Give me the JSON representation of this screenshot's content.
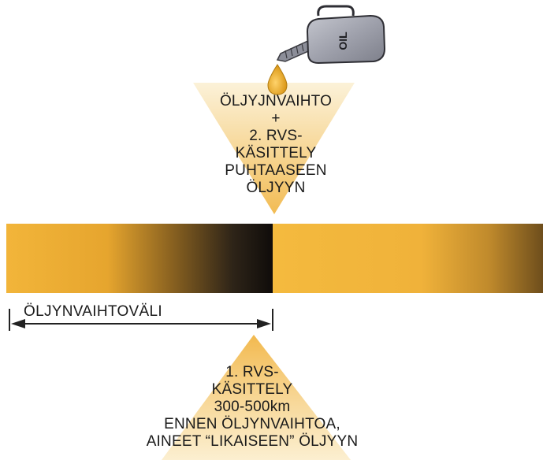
{
  "can": {
    "label": "OIL",
    "body_color": "#9a9ca8",
    "cap_color": "#cfd0d6"
  },
  "colors": {
    "oil": "#f2b53a",
    "oil_dark": "#1a1410",
    "triangle": "#f6c96a",
    "drop": "#e9a820",
    "text": "#1a1a1a",
    "arrow": "#222222"
  },
  "top_label": {
    "lines": [
      "ÖLJYJNVAIHTO",
      "+",
      "2. RVS-",
      "KÄSITTELY",
      "PUHTAASEEN",
      "ÖLJYYN"
    ]
  },
  "interval": {
    "label": "ÖLJYNVAIHTOVÄLI"
  },
  "bottom_label": {
    "lines": [
      "1. RVS-",
      "KÄSITTELY",
      "300-500km",
      "ENNEN  ÖLJYNVAIHTOA,",
      "AINEET “LIKAISEEN” ÖLJYYN"
    ]
  }
}
